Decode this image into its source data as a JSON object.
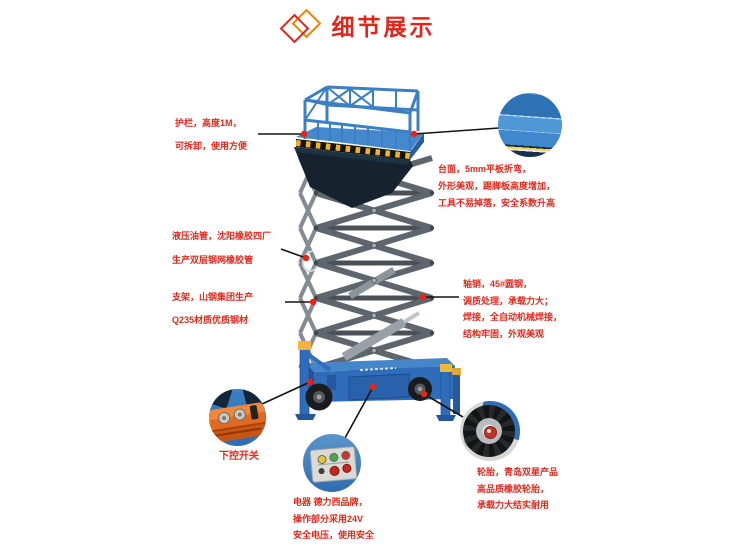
{
  "page": {
    "background": "#ffffff",
    "accent_red": "#e12a1f",
    "machine_blue": "#2f6cba",
    "scissor_gray": "#5f656c",
    "outrigger_yellow": "#efb63c"
  },
  "header": {
    "title": "细节展示"
  },
  "figure": {
    "name": "scissor-lift-photo"
  },
  "annotations": {
    "guardrail": {
      "lines": [
        "护栏，高度1M，",
        "可拆卸，使用方便"
      ]
    },
    "platform": {
      "lines": [
        "台面，5mm平板折弯，",
        "外形美观，踢脚板高度增加，",
        "工具不易掉落，安全系数升高"
      ]
    },
    "hose": {
      "lines": [
        "液压油管，沈阳橡胶四厂",
        "生产双层钢网橡胶管"
      ]
    },
    "frame": {
      "lines": [
        "支架，山钢集团生产",
        "Q235材质优质钢材"
      ]
    },
    "pins": {
      "lines": [
        "轴销，45#圆钢，",
        "调质处理，承载力大；",
        "焊接，全自动机械焊接，",
        "结构牢固，外观美观"
      ]
    },
    "remote": {
      "label": "下控开关"
    },
    "electric": {
      "lines": [
        "电器 德力西品牌，",
        "操作部分采用24V",
        "安全电压，使用安全"
      ]
    },
    "tires": {
      "lines": [
        "轮胎，青岛双星产品",
        "高品质橡胶轮胎，",
        "承载力大结实耐用"
      ]
    }
  },
  "callouts": {
    "platform_edge_photo": "platform-edge-closeup",
    "remote_photo": "pendant-control-closeup",
    "electric_photo": "control-box-closeup",
    "wheel_photo": "tire-closeup"
  }
}
